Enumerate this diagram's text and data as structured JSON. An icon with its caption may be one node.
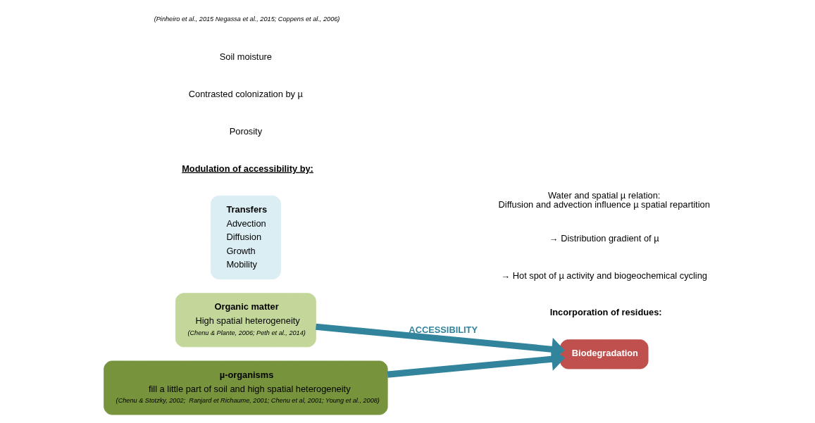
{
  "diagram": {
    "nodes": [
      {
        "text": [
          "Organic matter",
          "High spatial heterogeneity",
          "(Chenu & Plante, 2006; Peth et al., 2014)"
        ]
      },
      {
        "text": [
          "µ-organisms",
          "fill a little part of soil and high spatial heterogeneity",
          "(Chenu & Stotzky, 2002;  Ranjard et Richaume, 2001; Chenu et al, 2001; Young et al., 2008)"
        ]
      },
      {
        "text": [
          "Biodegradation"
        ]
      },
      {
        "text": [
          "Transfers",
          "Advection",
          "Diffusion",
          "Growth",
          "Mobility"
        ]
      }
    ],
    "edges": [
      {
        "from": 0,
        "to": 2,
        "arrow": "to",
        "label": "ACCESSIBILITY"
      },
      {
        "from": 1,
        "to": 2,
        "arrow": "to"
      }
    ],
    "labels": [
      "Modulation of accessibility by:",
      "Porosity",
      "Contrasted colonization by µ",
      "Soil moisture",
      "(Pinheiro et al., 2015 Negassa et al., 2015; Coppens et al., 2006)",
      "Incorporation of residues:",
      "→ Hot spot of µ activity and biogeochemical cycling",
      "→ Distribution gradient of µ",
      "Water and spatial µ relation: Diffusion and advection influence µ spatial repartition"
    ]
  }
}
